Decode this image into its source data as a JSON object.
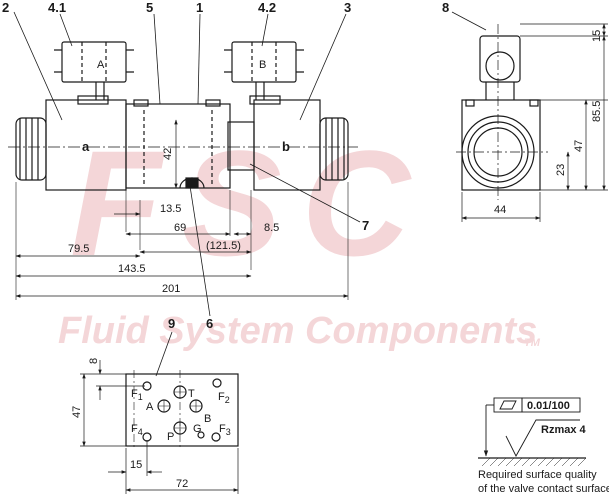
{
  "watermark": {
    "logo_letters": "FSC",
    "company": "Fluid System Components",
    "trademark": "TM",
    "color": "#f4d6d8"
  },
  "callouts": {
    "c1": "1",
    "c2": "2",
    "c3": "3",
    "c41": "4.1",
    "c42": "4.2",
    "c5": "5",
    "c6": "6",
    "c7": "7",
    "c8": "8",
    "c9": "9"
  },
  "front_view": {
    "solenoid_a_label": "a",
    "solenoid_b_label": "b",
    "connector_a_label": "A",
    "connector_b_label": "B",
    "dims": {
      "d42": "42",
      "d13_5": "13.5",
      "d69": "69",
      "d8_5": "8.5",
      "d121_5": "(121.5)",
      "d79_5": "79.5",
      "d143_5": "143.5",
      "d201": "201"
    }
  },
  "side_view": {
    "dims": {
      "d15": "15",
      "d85_5": "85.5",
      "d47": "47",
      "d23": "23",
      "d44": "44"
    }
  },
  "port_pattern": {
    "ports": {
      "A": "A",
      "T": "T",
      "B": "B",
      "P": "P",
      "G": "G"
    },
    "fixings": {
      "F1": "F",
      "F2": "F",
      "F3": "F",
      "F4": "F",
      "s1": "1",
      "s2": "2",
      "s3": "3",
      "s4": "4"
    },
    "dims": {
      "d8": "8",
      "d47": "47",
      "d15": "15",
      "d72": "72"
    }
  },
  "surface": {
    "flatness_value": "0.01/100",
    "roughness": "Rzmax 4",
    "note_line1": "Required surface quality",
    "note_line2": "of the valve contact surface"
  }
}
